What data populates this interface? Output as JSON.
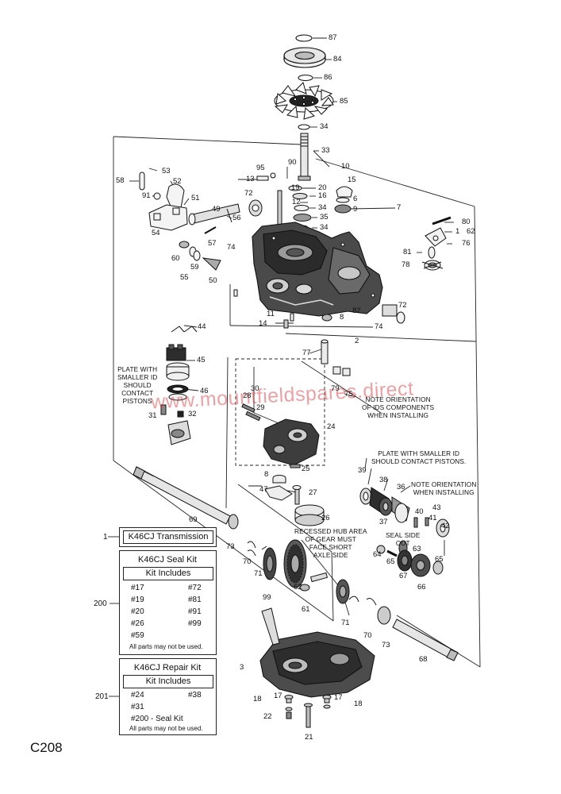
{
  "page_code": "C208",
  "watermark": "www.mountfieldspares.direct",
  "parts": [
    {
      "id": "p87",
      "label": "87"
    },
    {
      "id": "p84",
      "label": "84"
    },
    {
      "id": "p86",
      "label": "86"
    },
    {
      "id": "p85",
      "label": "85"
    },
    {
      "id": "p34a",
      "label": "34"
    },
    {
      "id": "p33",
      "label": "33"
    },
    {
      "id": "p10",
      "label": "10"
    },
    {
      "id": "p90",
      "label": "90"
    },
    {
      "id": "p95",
      "label": "95"
    },
    {
      "id": "p13",
      "label": "13"
    },
    {
      "id": "p19",
      "label": "19"
    },
    {
      "id": "p20",
      "label": "20"
    },
    {
      "id": "p15",
      "label": "15"
    },
    {
      "id": "p16",
      "label": "16"
    },
    {
      "id": "p6",
      "label": "6"
    },
    {
      "id": "p12",
      "label": "12"
    },
    {
      "id": "p34b",
      "label": "34"
    },
    {
      "id": "p9",
      "label": "9"
    },
    {
      "id": "p7",
      "label": "7"
    },
    {
      "id": "p35",
      "label": "35"
    },
    {
      "id": "p34c",
      "label": "34"
    },
    {
      "id": "p58",
      "label": "58"
    },
    {
      "id": "p53",
      "label": "53"
    },
    {
      "id": "p91",
      "label": "91"
    },
    {
      "id": "p52",
      "label": "52"
    },
    {
      "id": "p51",
      "label": "51"
    },
    {
      "id": "p72a",
      "label": "72"
    },
    {
      "id": "p49",
      "label": "49"
    },
    {
      "id": "p56",
      "label": "56"
    },
    {
      "id": "p54",
      "label": "54"
    },
    {
      "id": "p57",
      "label": "57"
    },
    {
      "id": "p74a",
      "label": "74"
    },
    {
      "id": "p60",
      "label": "60"
    },
    {
      "id": "p59",
      "label": "59"
    },
    {
      "id": "p55",
      "label": "55"
    },
    {
      "id": "p50",
      "label": "50"
    },
    {
      "id": "p80",
      "label": "80"
    },
    {
      "id": "p1a",
      "label": "1"
    },
    {
      "id": "p62",
      "label": "62"
    },
    {
      "id": "p76",
      "label": "76"
    },
    {
      "id": "p81",
      "label": "81"
    },
    {
      "id": "p78",
      "label": "78"
    },
    {
      "id": "p82",
      "label": "82"
    },
    {
      "id": "p11",
      "label": "11"
    },
    {
      "id": "p8a",
      "label": "8"
    },
    {
      "id": "p72b",
      "label": "72"
    },
    {
      "id": "p74b",
      "label": "74"
    },
    {
      "id": "p14",
      "label": "14"
    },
    {
      "id": "p2",
      "label": "2"
    },
    {
      "id": "p44",
      "label": "44"
    },
    {
      "id": "p45",
      "label": "45"
    },
    {
      "id": "p77",
      "label": "77"
    },
    {
      "id": "p46",
      "label": "46"
    },
    {
      "id": "p79",
      "label": "79"
    },
    {
      "id": "p75",
      "label": "75"
    },
    {
      "id": "p30",
      "label": "30"
    },
    {
      "id": "p28",
      "label": "28"
    },
    {
      "id": "p29",
      "label": "29"
    },
    {
      "id": "p31",
      "label": "31"
    },
    {
      "id": "p32",
      "label": "32"
    },
    {
      "id": "p24",
      "label": "24"
    },
    {
      "id": "p25",
      "label": "25"
    },
    {
      "id": "p8b",
      "label": "8"
    },
    {
      "id": "p47",
      "label": "47"
    },
    {
      "id": "p27",
      "label": "27"
    },
    {
      "id": "p26",
      "label": "26"
    },
    {
      "id": "p39",
      "label": "39"
    },
    {
      "id": "p38",
      "label": "38"
    },
    {
      "id": "p36",
      "label": "36"
    },
    {
      "id": "p37",
      "label": "37"
    },
    {
      "id": "p40",
      "label": "40"
    },
    {
      "id": "p43",
      "label": "43"
    },
    {
      "id": "p41",
      "label": "41"
    },
    {
      "id": "p42",
      "label": "42"
    },
    {
      "id": "p69",
      "label": "69"
    },
    {
      "id": "p73a",
      "label": "73"
    },
    {
      "id": "p70a",
      "label": "70"
    },
    {
      "id": "p71a",
      "label": "71"
    },
    {
      "id": "p64",
      "label": "64"
    },
    {
      "id": "p63",
      "label": "63"
    },
    {
      "id": "p65a",
      "label": "65"
    },
    {
      "id": "p65b",
      "label": "65"
    },
    {
      "id": "p67",
      "label": "67"
    },
    {
      "id": "p66",
      "label": "66"
    },
    {
      "id": "p62b",
      "label": "62"
    },
    {
      "id": "p61",
      "label": "61"
    },
    {
      "id": "p99",
      "label": "99"
    },
    {
      "id": "p71b",
      "label": "71"
    },
    {
      "id": "p70b",
      "label": "70"
    },
    {
      "id": "p73b",
      "label": "73"
    },
    {
      "id": "p68",
      "label": "68"
    },
    {
      "id": "p3",
      "label": "3"
    },
    {
      "id": "p18a",
      "label": "18"
    },
    {
      "id": "p17a",
      "label": "17"
    },
    {
      "id": "p22",
      "label": "22"
    },
    {
      "id": "p17b",
      "label": "17"
    },
    {
      "id": "p18b",
      "label": "18"
    },
    {
      "id": "p21",
      "label": "21"
    }
  ],
  "notes": {
    "plate_left": [
      "PLATE WITH",
      "SMALLER ID",
      "SHOULD",
      "CONTACT",
      "PISTONS"
    ],
    "ids_orientation": [
      "NOTE ORIENTATION",
      "OF IDS COMPONENTS",
      "WHEN INSTALLING"
    ],
    "plate_right": [
      "PLATE WITH SMALLER ID",
      "SHOULD CONTACT PISTONS."
    ],
    "orientation_right": [
      "NOTE ORIENTATION",
      "WHEN INSTALLING"
    ],
    "seal_side": [
      "SEAL SIDE",
      "OUT"
    ],
    "recessed_hub": [
      "RECESSED HUB AREA",
      "OF GEAR MUST",
      "FACE SHORT",
      "AXLE SIDE"
    ]
  },
  "kits": {
    "transmission": {
      "ref": "1",
      "title": "K46CJ Transmission"
    },
    "seal_kit": {
      "ref": "200",
      "title": "K46CJ Seal Kit",
      "includes_label": "Kit Includes",
      "items_left": [
        "#17",
        "#19",
        "#20",
        "#26",
        "#59"
      ],
      "items_right": [
        "#72",
        "#81",
        "#91",
        "#99"
      ],
      "footnote": "All parts may not be used."
    },
    "repair_kit": {
      "ref": "201",
      "title": "K46CJ Repair Kit",
      "includes_label": "Kit Includes",
      "items_left": [
        "#24",
        "#31",
        "#200 - Seal Kit"
      ],
      "items_right": [
        "#38"
      ],
      "footnote": "All parts may not be used."
    }
  }
}
